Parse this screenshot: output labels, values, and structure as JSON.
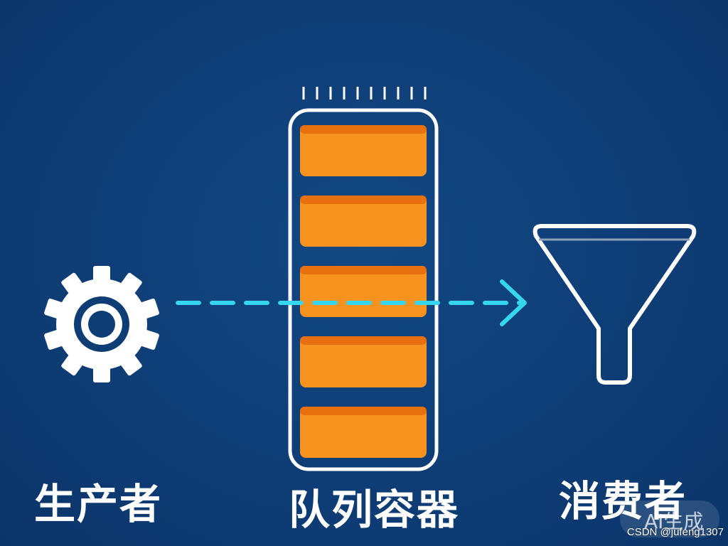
{
  "labels": {
    "producer": "生产者",
    "queue": "队列容器",
    "consumer": "消费者"
  },
  "badge": {
    "text": "AI生成"
  },
  "watermark": "CSDN @jufeng1307",
  "icons": {
    "producer": "gear-icon",
    "consumer": "funnel-icon",
    "flow": "dashed-arrow-icon"
  },
  "queue": {
    "slot_count": 5
  },
  "colors": {
    "background": "#0e3d76",
    "outline": "#ffffff",
    "slot_fill": "#f7931e",
    "slot_top": "#e8700f",
    "arrow": "#37d6f0"
  }
}
